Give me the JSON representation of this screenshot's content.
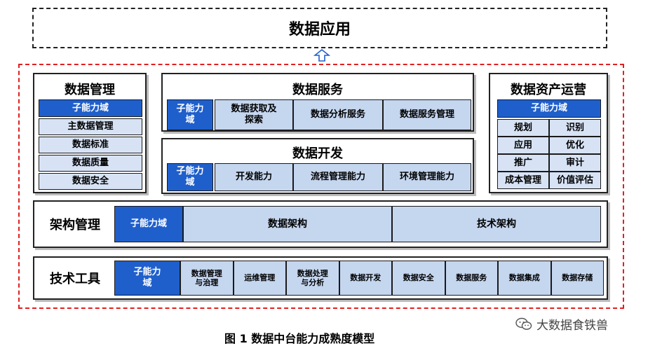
{
  "top": {
    "title": "数据应用"
  },
  "data_mgmt": {
    "title": "数据管理",
    "header": "子能力域",
    "items": [
      "主数据管理",
      "数据标准",
      "数据质量",
      "数据安全"
    ]
  },
  "data_service": {
    "title": "数据服务",
    "label": "子能力\n域",
    "items": [
      "数据获取及\n探索",
      "数据分析服务",
      "数据服务管理"
    ]
  },
  "data_dev": {
    "title": "数据开发",
    "label": "子能力\n域",
    "items": [
      "开发能力",
      "流程管理能力",
      "环境管理能力"
    ]
  },
  "asset_ops": {
    "title": "数据资产运营",
    "header": "子能力域",
    "grid": [
      "规划",
      "识别",
      "应用",
      "优化",
      "推广",
      "审计",
      "成本管理",
      "价值评估"
    ]
  },
  "arch": {
    "title": "架构管理",
    "label": "子能力域",
    "items": [
      "数据架构",
      "技术架构"
    ]
  },
  "tools": {
    "title": "技术工具",
    "label": "子能力\n域",
    "items": [
      "数据管理\n与治理",
      "运维管理",
      "数据处理\n与分析",
      "数据开发",
      "数据安全",
      "数据服务",
      "数据集成",
      "数据存储"
    ]
  },
  "caption": "图 1  数据中台能力成熟度模型",
  "watermark": "大数据食铁兽",
  "colors": {
    "accent": "#1f5fcc",
    "cell": "#c5d6ef",
    "border_dash": "#e02020"
  }
}
